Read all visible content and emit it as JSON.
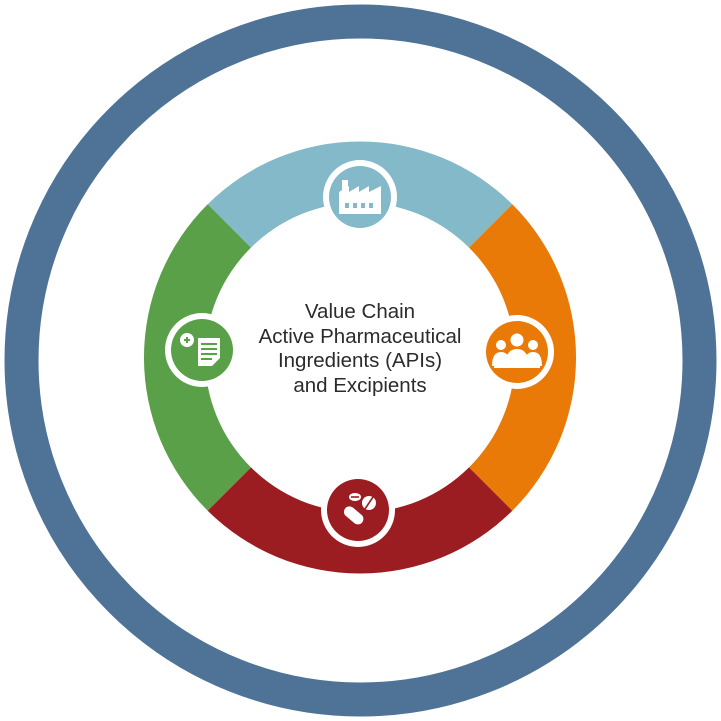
{
  "center": {
    "lines": [
      "Value Chain",
      "Active Pharmaceutical",
      "Ingredients (APIs)",
      "and Excipients"
    ]
  },
  "colors": {
    "outer_ring": "#4f7297",
    "segment_top": "#84b9c9",
    "segment_right": "#e97a08",
    "segment_bottom": "#9b1c21",
    "segment_left": "#59a048",
    "icon_glyph": "#ffffff",
    "text": "#2b2b2b"
  },
  "segments": [
    {
      "position": "top",
      "icon": "factory-icon"
    },
    {
      "position": "right",
      "icon": "people-group-icon"
    },
    {
      "position": "bottom",
      "icon": "pills-capsule-icon"
    },
    {
      "position": "left",
      "icon": "medical-document-icon"
    }
  ]
}
